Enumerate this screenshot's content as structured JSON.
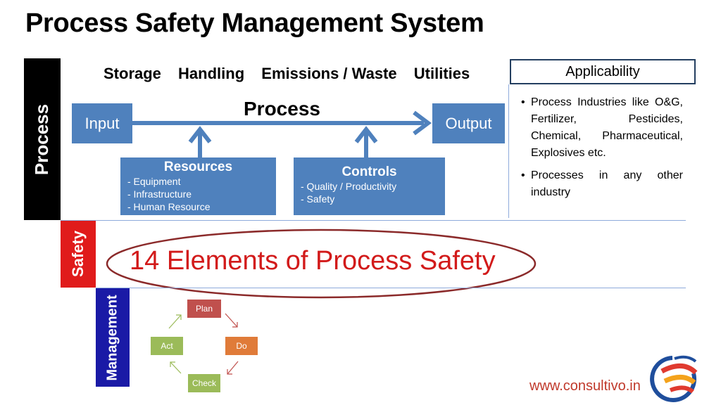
{
  "title": "Process Safety Management System",
  "bars": {
    "process": "Process",
    "safety": "Safety",
    "management": "Management"
  },
  "top_labels": [
    "Storage",
    "Handling",
    "Emissions / Waste",
    "Utilities"
  ],
  "flow": {
    "center_label": "Process",
    "input": "Input",
    "output": "Output"
  },
  "resources": {
    "heading": "Resources",
    "items": [
      "- Equipment",
      "- Infrastructure",
      "- Human Resource"
    ]
  },
  "controls": {
    "heading": "Controls",
    "items": [
      "- Quality / Productivity",
      "- Safety"
    ]
  },
  "applicability": {
    "heading": "Applicability",
    "bullets": [
      "Process Industries like O&G, Fertilizer, Pesticides, Chemical, Pharmaceutical, Explosives etc.",
      "Processes in any other industry"
    ]
  },
  "safety_elements": "14 Elements of Process Safety",
  "cycle": {
    "plan": "Plan",
    "do": "Do",
    "check": "Check",
    "act": "Act"
  },
  "website": "www.consultivo.in",
  "colors": {
    "blue_box": "#4f81bd",
    "process_bar": "#000000",
    "safety_bar": "#e01b1b",
    "management_bar": "#1a1aa6",
    "plan": "#c0504d",
    "do": "#e07b39",
    "act_check": "#9bbb59",
    "highlight_red": "#d21a1a",
    "ellipse": "#8b2a2a"
  }
}
